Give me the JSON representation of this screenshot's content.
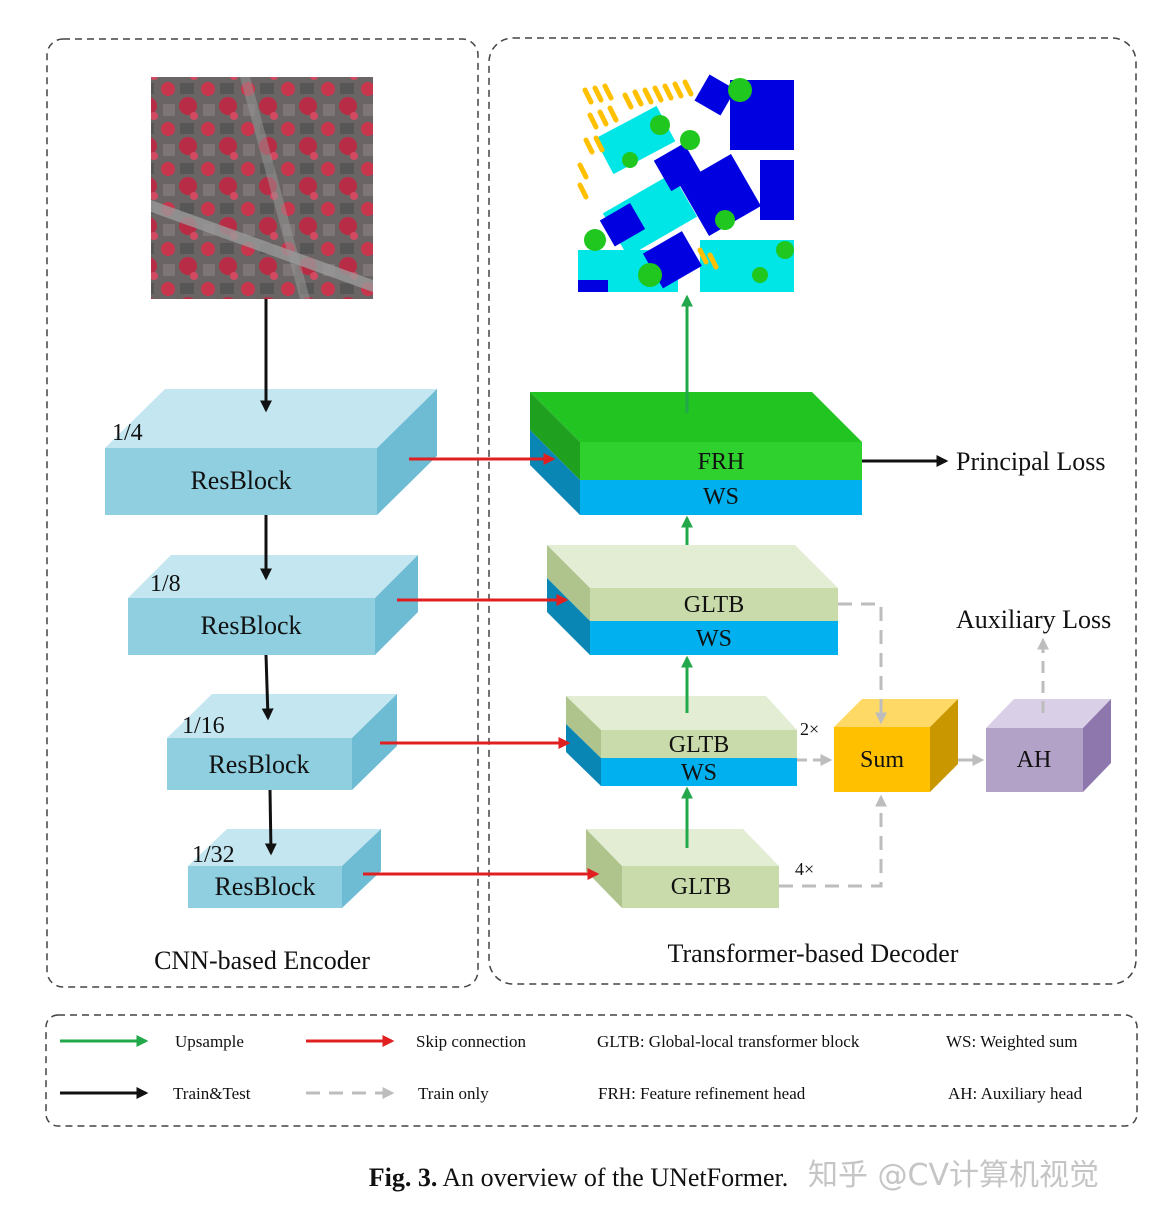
{
  "encoder": {
    "title": "CNN-based Encoder",
    "blocks": [
      {
        "scale": "1/4",
        "label": "ResBlock"
      },
      {
        "scale": "1/8",
        "label": "ResBlock"
      },
      {
        "scale": "1/16",
        "label": "ResBlock"
      },
      {
        "scale": "1/32",
        "label": "ResBlock"
      }
    ]
  },
  "decoder": {
    "title": "Transformer-based Decoder",
    "frh": {
      "top": "FRH",
      "bottom": "WS"
    },
    "gltb1": {
      "top": "GLTB",
      "bottom": "WS"
    },
    "gltb2": {
      "top": "GLTB",
      "bottom": "WS"
    },
    "gltb3": {
      "label": "GLTB"
    },
    "sum": "Sum",
    "ah": "AH",
    "principal_loss": "Principal Loss",
    "auxiliary_loss": "Auxiliary Loss",
    "mult_2x": "2×",
    "mult_4x": "4×"
  },
  "legend": {
    "upsample": "Upsample",
    "skip": "Skip connection",
    "train_test": "Train&Test",
    "train_only": "Train only",
    "gltb_def": "GLTB: Global-local transformer block",
    "ws_def": "WS: Weighted sum",
    "frh_def": "FRH: Feature refinement head",
    "ah_def": "AH: Auxiliary head"
  },
  "caption": {
    "fig": "Fig. 3.",
    "text": "An overview of the UNetFormer."
  },
  "watermark": "知乎 @CV计算机视觉",
  "colors": {
    "upsample": "#22a84a",
    "skip": "#e02020",
    "train_test": "#111111",
    "train_only": "#bdbdbd",
    "resblock": "#8fcfe0",
    "frh": "#2ed12e",
    "ws": "#00b0ef",
    "gltb": "#c9dbab",
    "sum": "#ffc000",
    "ah": "#b3a2c7"
  }
}
